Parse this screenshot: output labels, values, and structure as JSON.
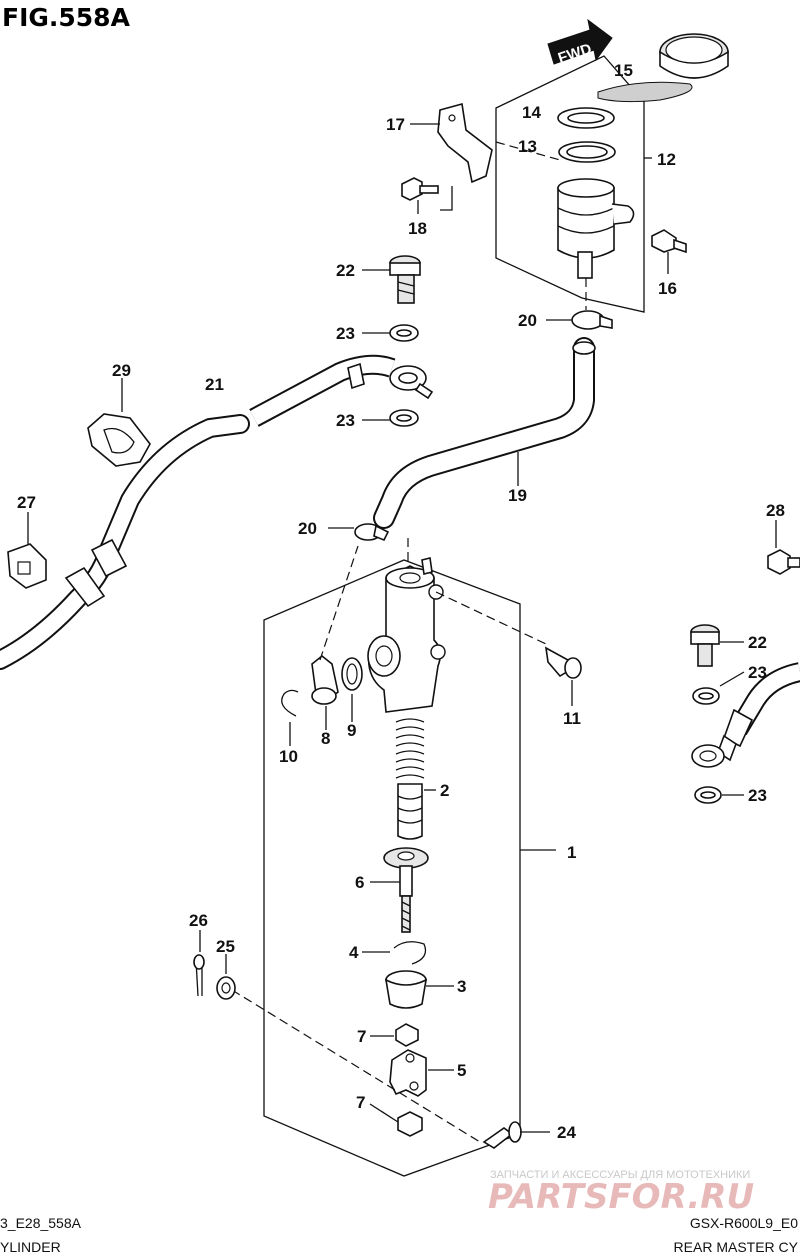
{
  "figure": {
    "title": "FIG.558A",
    "fwd_label": "FWD",
    "footer_left_code": "3_E28_558A",
    "footer_left_name": "YLINDER",
    "footer_right_code": "GSX-R600L9_E0",
    "footer_right_name": "REAR MASTER CY"
  },
  "watermark": {
    "tagline": "ЗАПЧАСТИ И АКСЕССУАРЫ ДЛЯ МОТОТЕХНИКИ",
    "brand": "PARTSFOR.RU"
  },
  "callouts": {
    "c1": "1",
    "c2": "2",
    "c3": "3",
    "c4": "4",
    "c5": "5",
    "c6": "6",
    "c7a": "7",
    "c7b": "7",
    "c8": "8",
    "c9": "9",
    "c10": "10",
    "c11": "11",
    "c12": "12",
    "c13": "13",
    "c14": "14",
    "c15": "15",
    "c16": "16",
    "c17": "17",
    "c18": "18",
    "c19": "19",
    "c20a": "20",
    "c20b": "20",
    "c21": "21",
    "c22a": "22",
    "c22b": "22",
    "c23a": "23",
    "c23b": "23",
    "c23c": "23",
    "c23d": "23",
    "c24": "24",
    "c25": "25",
    "c26": "26",
    "c27": "27",
    "c28": "28",
    "c29": "29"
  }
}
